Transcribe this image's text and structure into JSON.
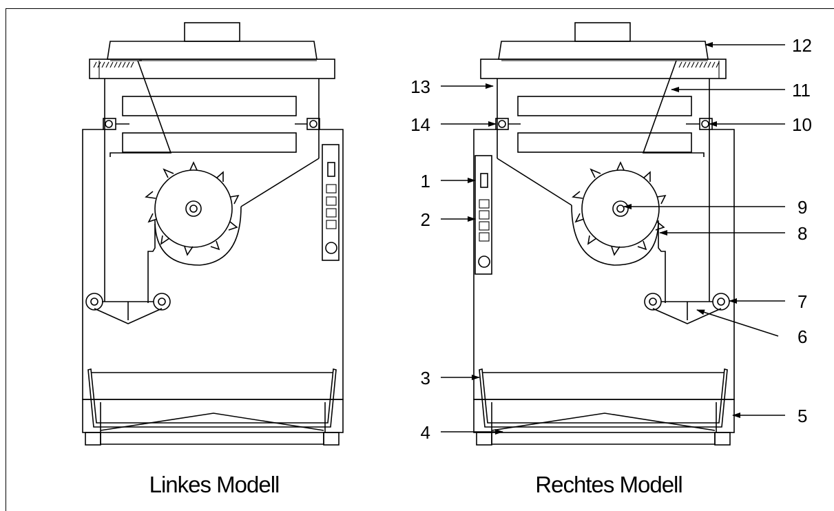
{
  "captions": {
    "left_model": "Linkes Modell",
    "right_model": "Rechtes Modell"
  },
  "callouts": [
    {
      "number": "1"
    },
    {
      "number": "2"
    },
    {
      "number": "3"
    },
    {
      "number": "4"
    },
    {
      "number": "5"
    },
    {
      "number": "6"
    },
    {
      "number": "7"
    },
    {
      "number": "8"
    },
    {
      "number": "9"
    },
    {
      "number": "10"
    },
    {
      "number": "11"
    },
    {
      "number": "12"
    },
    {
      "number": "13"
    },
    {
      "number": "14"
    }
  ]
}
